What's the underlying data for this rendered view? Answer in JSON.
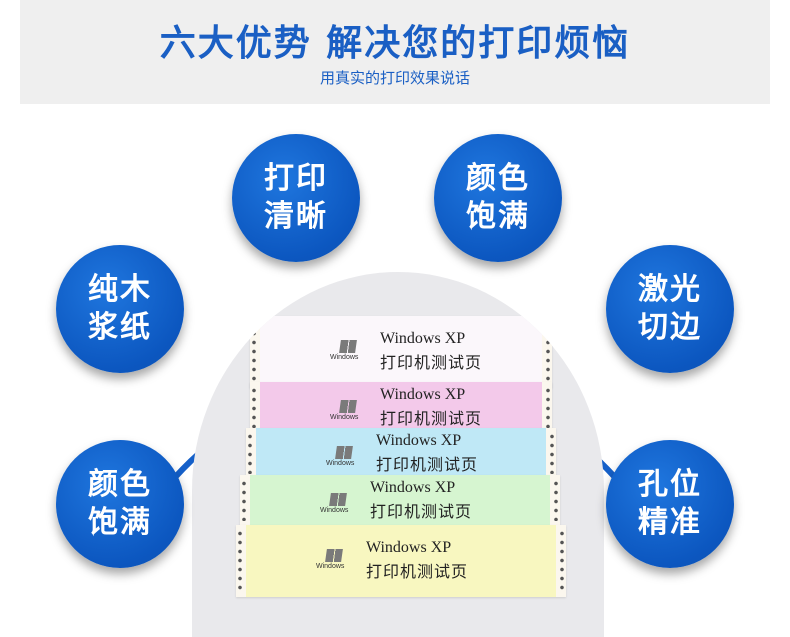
{
  "header": {
    "headline": "六大优势 解决您的打印烦恼",
    "subline": "用真实的打印效果说话"
  },
  "badges": [
    {
      "line1": "打印",
      "line2": "清晰"
    },
    {
      "line1": "颜色",
      "line2": "饱满"
    },
    {
      "line1": "纯木",
      "line2": "浆纸"
    },
    {
      "line1": "激光",
      "line2": "切边"
    },
    {
      "line1": "颜色",
      "line2": "饱满"
    },
    {
      "line1": "孔位",
      "line2": "精准"
    }
  ],
  "sheet": {
    "logo_word": "Windows",
    "title": "Windows XP",
    "subtitle": "打印机测试页"
  },
  "colors": {
    "accent": "#1a5fc4",
    "badge": "#0c57c0",
    "paper_white": "#fbf7fb",
    "paper_pink": "#f3c9ea",
    "paper_blue": "#bfe8f6",
    "paper_green": "#d6f5d0",
    "paper_yellow": "#f8f7c0"
  }
}
